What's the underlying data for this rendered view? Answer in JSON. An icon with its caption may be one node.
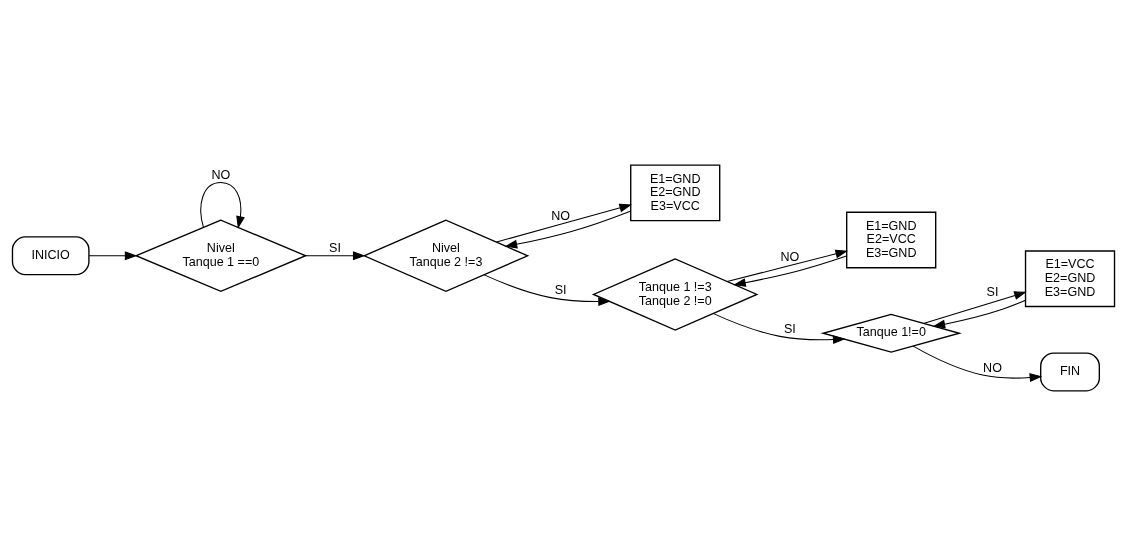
{
  "diagram": {
    "nodes": [
      {
        "text": [
          "INICIO"
        ]
      },
      {
        "text": [
          "Nivel Tanque 1 ==0"
        ]
      },
      {
        "text": [
          "Nivel Tanque 2 !=3"
        ]
      },
      {
        "text": [
          "E1=GND E2=GND E3=VCC"
        ]
      },
      {
        "text": [
          "Tanque 1 !=3 Tanque 2 !=0"
        ]
      },
      {
        "text": [
          "E1=GND E2=VCC E3=GND"
        ]
      },
      {
        "text": [
          "Tanque 1!=0"
        ]
      },
      {
        "text": [
          "E1=VCC E2=GND E3=GND"
        ]
      },
      {
        "text": [
          "FIN"
        ]
      }
    ],
    "edges": [
      {
        "from": 0,
        "to": 1,
        "arrow": "to"
      },
      {
        "from": 1,
        "to": 1,
        "arrow": "to",
        "label": "NO"
      },
      {
        "from": 1,
        "to": 2,
        "arrow": "to",
        "label": "SI"
      },
      {
        "from": 2,
        "to": 3,
        "arrow": "to",
        "label": "NO"
      },
      {
        "from": 3,
        "to": 2,
        "arrow": "to"
      },
      {
        "from": 2,
        "to": 4,
        "arrow": "to",
        "label": "SI"
      },
      {
        "from": 4,
        "to": 5,
        "arrow": "to",
        "label": "NO"
      },
      {
        "from": 5,
        "to": 4,
        "arrow": "to"
      },
      {
        "from": 4,
        "to": 6,
        "arrow": "to",
        "label": "SI"
      },
      {
        "from": 6,
        "to": 7,
        "arrow": "to",
        "label": "SI"
      },
      {
        "from": 7,
        "to": 6,
        "arrow": "to"
      },
      {
        "from": 6,
        "to": 8,
        "arrow": "to",
        "label": "NO"
      }
    ]
  }
}
